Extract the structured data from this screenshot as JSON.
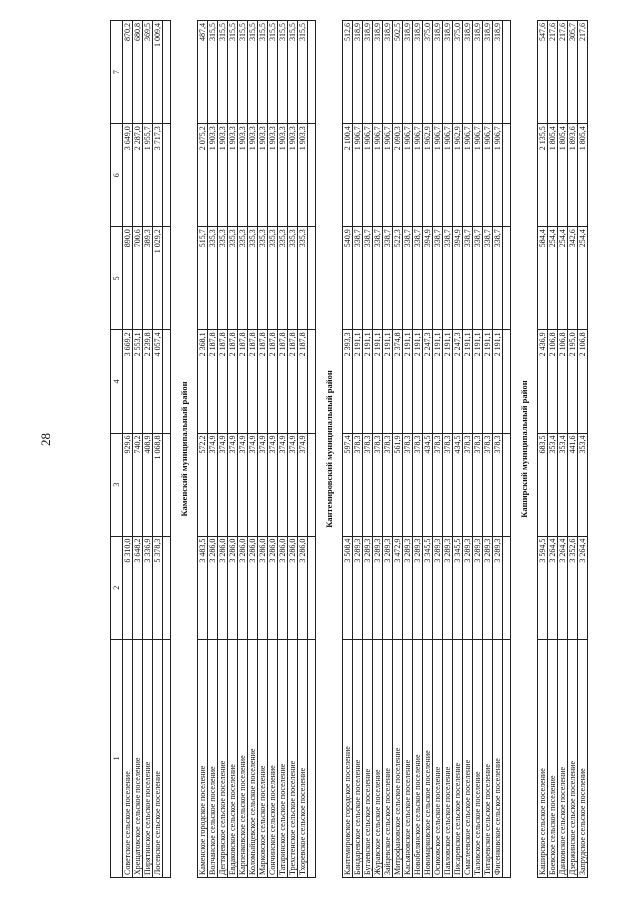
{
  "page_number": "28",
  "header": [
    "1",
    "2",
    "3",
    "4",
    "5",
    "6",
    "7"
  ],
  "sections": [
    {
      "title": "",
      "rows": [
        [
          "Советское сельское поселение",
          "6 310,0",
          "929,6",
          "3 669,2",
          "890,0",
          "3 649,0",
          "870,2"
        ],
        [
          "Хрещатовское сельское поселение",
          "3 648,2",
          "740,2",
          "2 553,1",
          "700,6",
          "2 287,0",
          "680,8"
        ],
        [
          "Пирятинское сельское поселение",
          "3 336,9",
          "408,9",
          "2 239,8",
          "389,3",
          "1 955,7",
          "369,5"
        ],
        [
          "Лосевское сельское поселение",
          "5 378,3",
          "1 068,8",
          "4 057,4",
          "1 029,2",
          "3 717,3",
          "1 009,4"
        ]
      ]
    },
    {
      "title": "Каменский муниципальный район",
      "rows": [
        [
          "Каменское городское поселение",
          "3 483,5",
          "572,2",
          "2 368,1",
          "515,7",
          "2 075,2",
          "487,4"
        ],
        [
          "Волчанское сельское поселение",
          "3 286,0",
          "374,9",
          "2 187,8",
          "335,3",
          "1 903,3",
          "315,5"
        ],
        [
          "Дегтяревское сельское поселение",
          "3 286,0",
          "374,9",
          "2 187,8",
          "335,3",
          "1 903,3",
          "315,5"
        ],
        [
          "Евдаковское сельское поселение",
          "3 286,0",
          "374,9",
          "2 187,8",
          "335,3",
          "1 903,3",
          "315,5"
        ],
        [
          "Карпенковское сельское поселение",
          "3 286,0",
          "374,9",
          "2 187,8",
          "335,3",
          "1 903,3",
          "315,5"
        ],
        [
          "Коломыйцевское сельское поселение",
          "3 286,0",
          "374,9",
          "2 187,8",
          "335,3",
          "1 903,3",
          "315,5"
        ],
        [
          "Марковское сельское поселение",
          "3 286,0",
          "374,9",
          "2 187,8",
          "335,3",
          "1 903,3",
          "315,5"
        ],
        [
          "Сончинское сельское поселение",
          "3 286,0",
          "374,9",
          "2 187,8",
          "335,3",
          "1 903,3",
          "315,5"
        ],
        [
          "Татаринское сельское поселение",
          "3 286,0",
          "374,9",
          "2 187,8",
          "335,3",
          "1 903,3",
          "315,5"
        ],
        [
          "Трехстенское сельское поселение",
          "3 286,0",
          "374,9",
          "2 187,8",
          "335,3",
          "1 903,3",
          "315,5"
        ],
        [
          "Тхоревское сельское поселение",
          "3 286,0",
          "374,9",
          "2 187,8",
          "335,3",
          "1 903,3",
          "315,5"
        ]
      ]
    },
    {
      "title": "Кантемировский муниципальный район",
      "rows": [
        [
          "Кантемировское городское поселение",
          "3 508,4",
          "597,4",
          "2 393,3",
          "540,9",
          "2 100,4",
          "512,6"
        ],
        [
          "Бондаревское сельское поселение",
          "3 289,3",
          "378,3",
          "2 191,1",
          "338,7",
          "1 906,7",
          "318,9"
        ],
        [
          "Бугаевское сельское поселение",
          "3 289,3",
          "378,3",
          "2 191,1",
          "338,7",
          "1 906,7",
          "318,9"
        ],
        [
          "Журавское сельское поселение",
          "3 289,3",
          "378,3",
          "2 191,1",
          "338,7",
          "1 906,7",
          "318,9"
        ],
        [
          "Зайцевское сельское поселение",
          "3 289,3",
          "378,3",
          "2 191,1",
          "338,7",
          "1 906,7",
          "318,9"
        ],
        [
          "Митрофановское сельское поселение",
          "3 472,9",
          "561,9",
          "2 374,8",
          "522,3",
          "2 090,3",
          "502,5"
        ],
        [
          "Касьяновское сельское поселение",
          "3 289,3",
          "378,3",
          "2 191,1",
          "338,7",
          "1 906,7",
          "318,9"
        ],
        [
          "Новобелянское сельское поселение",
          "3 289,3",
          "378,3",
          "2 191,1",
          "338,7",
          "1 906,7",
          "318,9"
        ],
        [
          "Новомарковское сельское поселение",
          "3 345,5",
          "434,5",
          "2 247,3",
          "394,9",
          "1 962,9",
          "375,0"
        ],
        [
          "Осиковское сельское поселение",
          "3 289,3",
          "378,3",
          "2 191,1",
          "338,7",
          "1 906,7",
          "318,9"
        ],
        [
          "Павловское сельское поселение",
          "3 289,3",
          "378,3",
          "2 191,1",
          "338,7",
          "1 906,7",
          "318,9"
        ],
        [
          "Писаревское сельское поселение",
          "3 345,5",
          "434,5",
          "2 247,3",
          "394,9",
          "1 962,9",
          "375,0"
        ],
        [
          "Смаглеевское сельское поселение",
          "3 289,3",
          "378,3",
          "2 191,1",
          "338,7",
          "1 906,7",
          "318,9"
        ],
        [
          "Таловское сельское поселение",
          "3 289,3",
          "378,3",
          "2 191,1",
          "338,7",
          "1 906,7",
          "318,9"
        ],
        [
          "Титаревское сельское поселение",
          "3 289,3",
          "378,3",
          "2 191,1",
          "338,7",
          "1 906,7",
          "318,9"
        ],
        [
          "Фисенковское сельское поселение",
          "3 289,3",
          "378,3",
          "2 191,1",
          "338,7",
          "1 906,7",
          "318,9"
        ]
      ]
    },
    {
      "title": "Каширский муниципальный район",
      "rows": [
        [
          "Каширское сельское поселение",
          "3 594,5",
          "683,5",
          "2 436,9",
          "584,4",
          "2 135,5",
          "547,6"
        ],
        [
          "Боевское сельское поселение",
          "3 264,4",
          "353,4",
          "2 106,8",
          "254,4",
          "1 805,4",
          "217,6"
        ],
        [
          "Данковское сельское поселение",
          "3 264,4",
          "353,4",
          "2 106,8",
          "254,4",
          "1 805,4",
          "217,6"
        ],
        [
          "Дзержинское сельское поселение",
          "3 352,6",
          "441,6",
          "2 195,0",
          "342,6",
          "1 893,6",
          "305,7"
        ],
        [
          "Запрудское сельское поселение",
          "3 264,4",
          "353,4",
          "2 106,8",
          "254,4",
          "1 805,4",
          "217,6"
        ]
      ]
    }
  ]
}
